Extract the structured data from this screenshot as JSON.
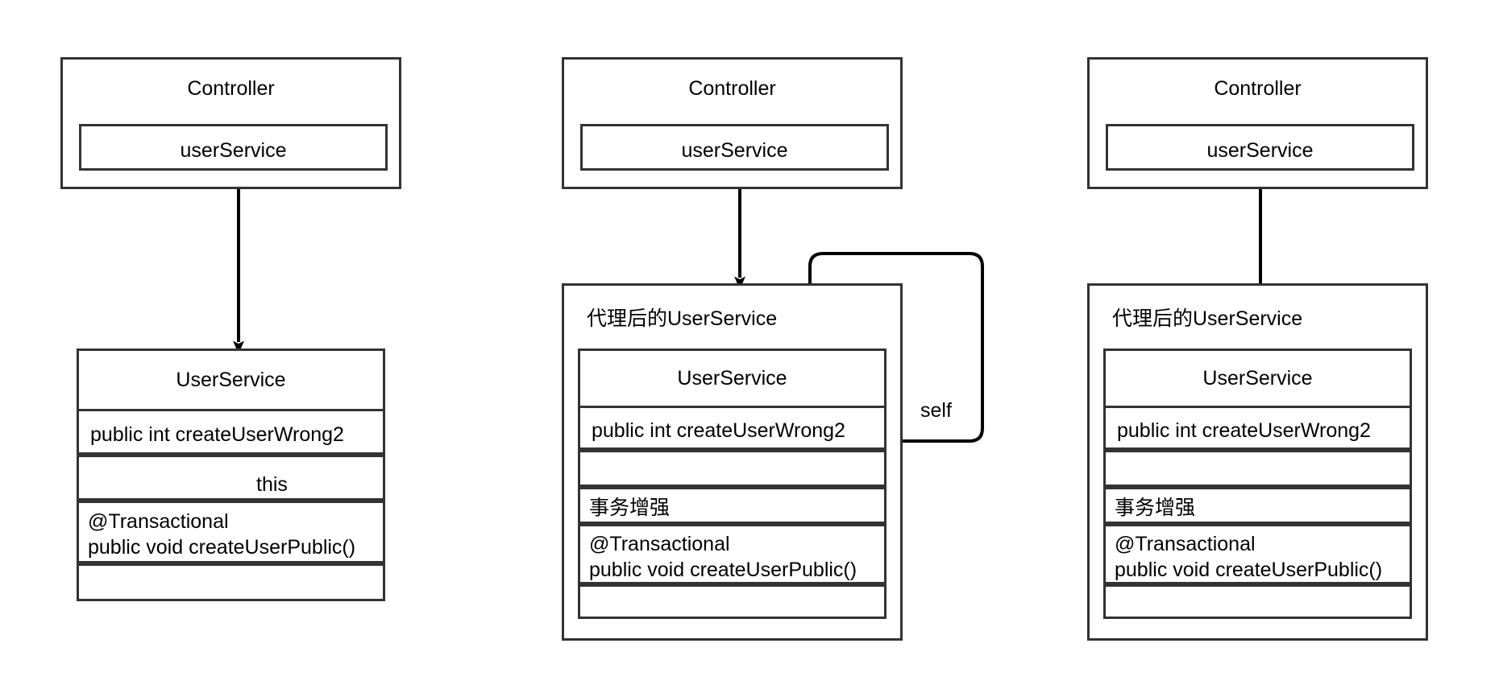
{
  "diagram": {
    "title": "Spring @Transactional self-invocation proxy diagram",
    "background_color": "#ffffff",
    "stroke_color": "#333333",
    "arrow_color": "#000000",
    "text_color": "#000000"
  },
  "panels": [
    {
      "id": "panel-no-proxy",
      "controller": {
        "title": "Controller",
        "field": "userService"
      },
      "service": {
        "title": "UserService",
        "rows": [
          {
            "text": "public int createUserWrong2",
            "align": "left"
          },
          {
            "text": "",
            "align": "left"
          },
          {
            "text": "@Transactional\npublic void createUserPublic()",
            "align": "left"
          },
          {
            "text": "",
            "align": "left"
          }
        ]
      },
      "edges": [
        {
          "label": "",
          "from": "userService",
          "to": "UserService"
        },
        {
          "label": "this",
          "from": "createUserWrong2",
          "to": "createUserPublic"
        }
      ]
    },
    {
      "id": "panel-proxy-self",
      "controller": {
        "title": "Controller",
        "field": "userService"
      },
      "proxy": {
        "title": "代理后的UserService"
      },
      "service": {
        "title": "UserService",
        "rows": [
          {
            "text": "public int createUserWrong2",
            "align": "left"
          },
          {
            "text": "",
            "align": "left"
          },
          {
            "text": "事务增强",
            "align": "left"
          },
          {
            "text": "@Transactional\npublic void createUserPublic()",
            "align": "left"
          },
          {
            "text": "",
            "align": "left"
          }
        ]
      },
      "edges": [
        {
          "label": "",
          "from": "userService",
          "to": "代理后的UserService"
        },
        {
          "label": "self",
          "from": "createUserWrong2",
          "to": "事务增强"
        }
      ]
    },
    {
      "id": "panel-proxy-direct",
      "controller": {
        "title": "Controller",
        "field": "userService"
      },
      "proxy": {
        "title": "代理后的UserService"
      },
      "service": {
        "title": "UserService",
        "rows": [
          {
            "text": "public int createUserWrong2",
            "align": "left"
          },
          {
            "text": "",
            "align": "left"
          },
          {
            "text": "事务增强",
            "align": "left"
          },
          {
            "text": "@Transactional\npublic void createUserPublic()",
            "align": "left"
          },
          {
            "text": "",
            "align": "left"
          }
        ]
      },
      "edges": [
        {
          "label": "",
          "from": "userService",
          "to": "事务增强"
        }
      ]
    }
  ]
}
